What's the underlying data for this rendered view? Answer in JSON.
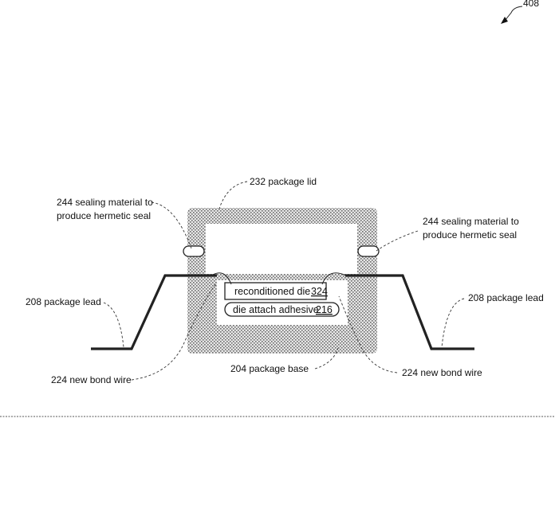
{
  "figure_ref": "408",
  "labels": {
    "package_lid": "232 package lid",
    "sealing_left_line1": "244 sealing material to",
    "sealing_left_line2": "produce hermetic seal",
    "sealing_right_line1": "244 sealing material to",
    "sealing_right_line2": "produce hermetic seal",
    "package_lead_left": "208 package lead",
    "package_lead_right": "208 package lead",
    "reconditioned_die_text": "reconditioned die",
    "reconditioned_die_num": "324",
    "die_attach_text": "die attach adhesive",
    "die_attach_num": "216",
    "bond_wire_left": "224 new bond wire",
    "bond_wire_right": "224 new bond wire",
    "package_base": "204 package base"
  }
}
